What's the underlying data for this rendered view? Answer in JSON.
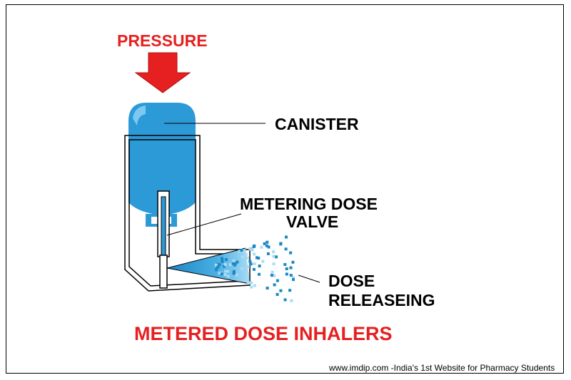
{
  "labels": {
    "pressure": "PRESSURE",
    "canister": "CANISTER",
    "valve_line1": "METERING DOSE",
    "valve_line2": "VALVE",
    "dose_line1": "DOSE",
    "dose_line2": "RELEASEING"
  },
  "title": "METERED DOSE INHALERS",
  "footer": "www.imdip.com -India's 1st Website for Pharmacy Students",
  "colors": {
    "accent_red": "#e62020",
    "canister_blue": "#2d9ad8",
    "canister_highlight": "#7cc8f0",
    "spray_dark": "#1a87c6",
    "spray_light": "#a9dcf5",
    "outline": "#000000"
  },
  "icons": {
    "pressure_arrow": "arrow-down-icon"
  }
}
